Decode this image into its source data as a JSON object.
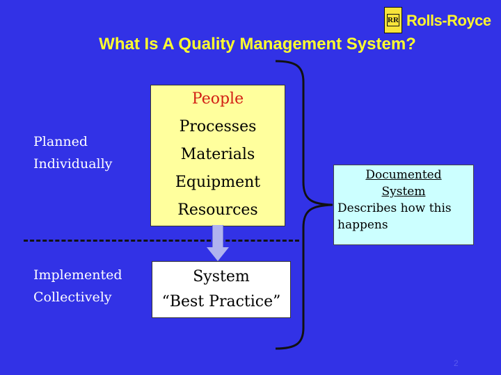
{
  "slide": {
    "title": "What Is A Quality Management System?",
    "logo": {
      "brand_text": "Rolls-Royce",
      "badge_letters": "RR"
    },
    "left_labels": {
      "planned": [
        "Planned",
        "Individually"
      ],
      "implemented": [
        "Implemented",
        "Collectively"
      ]
    },
    "inputs_box": {
      "items": [
        "People",
        "Processes",
        "Materials",
        "Equipment",
        "Resources"
      ]
    },
    "system_box": {
      "lines": [
        "System",
        "“Best Practice”"
      ]
    },
    "documented_box": {
      "heading_lines": [
        "Documented",
        "System"
      ],
      "description_lines": [
        "Describes how this",
        "happens"
      ]
    },
    "page_number": "2"
  },
  "colors": {
    "background": "#3232e6",
    "title": "#ffff2e",
    "inputs_box": "#ffff9d",
    "people_text": "#d21e14",
    "documented_box": "#ccffff",
    "brace": "#111111"
  }
}
